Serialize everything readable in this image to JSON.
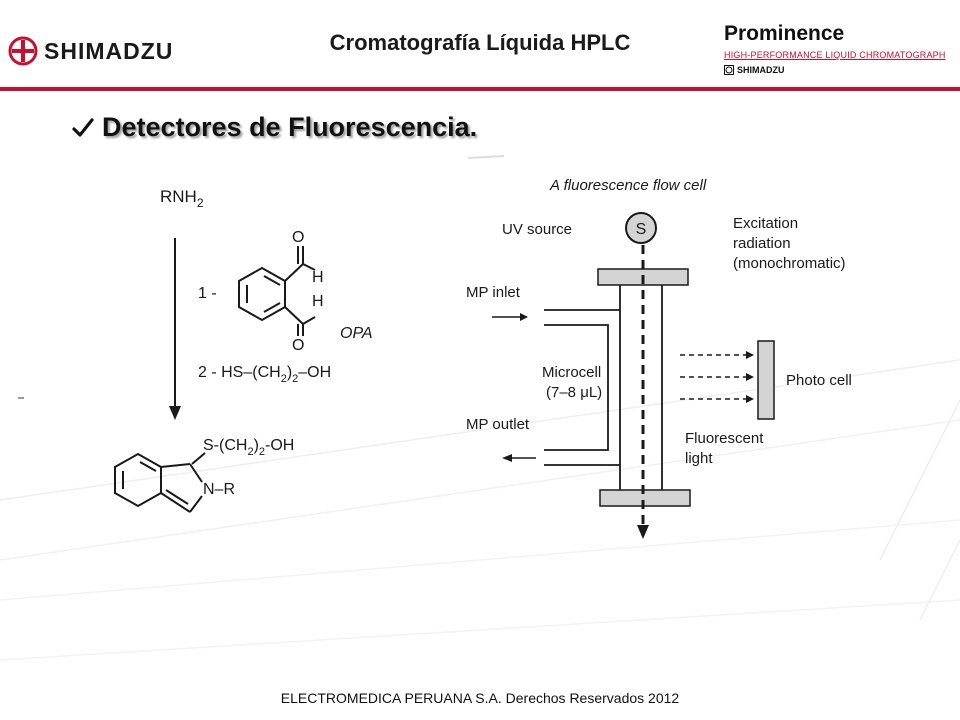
{
  "header": {
    "title": "Cromatografía Líquida HPLC",
    "logo_text": "SHIMADZU",
    "logo_icon": "shimadzu-logo-icon"
  },
  "brand_badge": {
    "title": "Prominence",
    "subtitle": "HIGH-PERFORMANCE  LIQUID CHROMATOGRAPH",
    "brand": "SHIMADZU",
    "brand_icon": "shimadzu-logo-icon"
  },
  "slide": {
    "bullet_icon": "checkmark-icon",
    "bullet_text": "Detectores de Fluorescencia."
  },
  "reaction": {
    "reactant_main": "RNH",
    "reactant_sub": "2",
    "step1_label": "1 -",
    "aldehyde_o": "O",
    "aldehyde_h": "H",
    "opa_label": "OPA",
    "step2_a": "2 - HS–(CH",
    "step2_sub": "2",
    "step2_b": ")",
    "step2_sub2": "2",
    "step2_c": "–OH",
    "product_a": "S-(CH",
    "product_sub": "2",
    "product_b": ")",
    "product_sub2": "2",
    "product_c": "-OH",
    "product_nr": "N–R"
  },
  "flow_cell": {
    "title": "A fluorescence flow cell",
    "uv_source": "UV source",
    "source_symbol": "S",
    "excitation_1": "Excitation",
    "excitation_2": "radiation",
    "excitation_3": "(monochromatic)",
    "mp_inlet": "MP inlet",
    "microcell_1": "Microcell",
    "microcell_2": "(7–8 μL)",
    "photo_cell": "Photo cell",
    "mp_outlet": "MP outlet",
    "fluorescent_1": "Fluorescent",
    "fluorescent_2": "light"
  },
  "footer": {
    "text": "ELECTROMEDICA PERUANA S.A.   Derechos Reservados   2012"
  },
  "colors": {
    "accent_red": "#c8102e",
    "text": "#1a1a1a",
    "cell_fill": "#d4d4d4",
    "background_lines": "#eeeeee"
  }
}
